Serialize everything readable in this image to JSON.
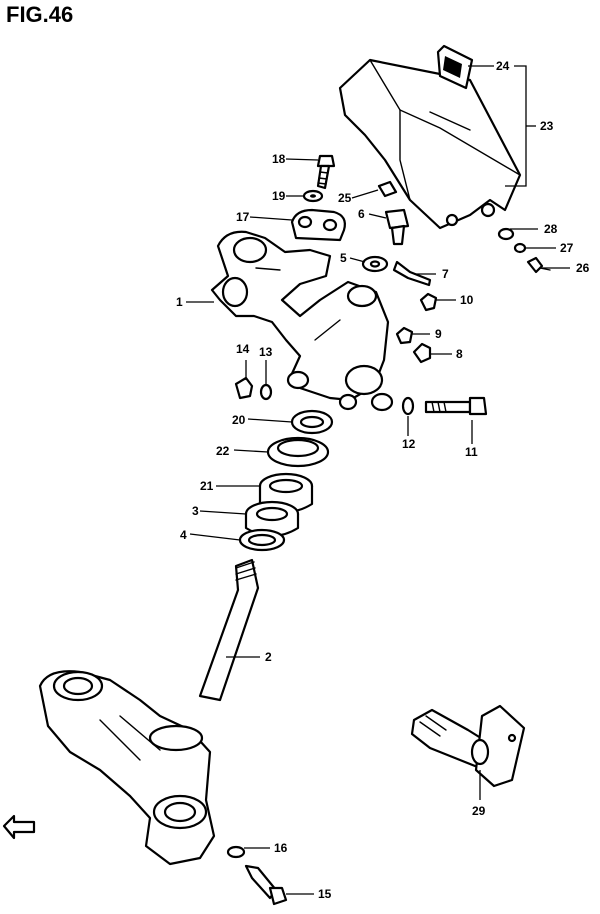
{
  "figure": {
    "title": "FIG.46"
  },
  "callouts": [
    {
      "id": "c1",
      "label": "1"
    },
    {
      "id": "c2",
      "label": "2"
    },
    {
      "id": "c3",
      "label": "3"
    },
    {
      "id": "c4",
      "label": "4"
    },
    {
      "id": "c5",
      "label": "5"
    },
    {
      "id": "c6",
      "label": "6"
    },
    {
      "id": "c7",
      "label": "7"
    },
    {
      "id": "c8",
      "label": "8"
    },
    {
      "id": "c9",
      "label": "9"
    },
    {
      "id": "c10",
      "label": "10"
    },
    {
      "id": "c11",
      "label": "11"
    },
    {
      "id": "c12",
      "label": "12"
    },
    {
      "id": "c13",
      "label": "13"
    },
    {
      "id": "c14",
      "label": "14"
    },
    {
      "id": "c15",
      "label": "15"
    },
    {
      "id": "c16",
      "label": "16"
    },
    {
      "id": "c17",
      "label": "17"
    },
    {
      "id": "c18",
      "label": "18"
    },
    {
      "id": "c19",
      "label": "19"
    },
    {
      "id": "c20",
      "label": "20"
    },
    {
      "id": "c21",
      "label": "21"
    },
    {
      "id": "c22",
      "label": "22"
    },
    {
      "id": "c23",
      "label": "23"
    },
    {
      "id": "c24",
      "label": "24"
    },
    {
      "id": "c25",
      "label": "25"
    },
    {
      "id": "c26",
      "label": "26"
    },
    {
      "id": "c27",
      "label": "27"
    },
    {
      "id": "c28",
      "label": "28"
    },
    {
      "id": "c29",
      "label": "29"
    }
  ]
}
